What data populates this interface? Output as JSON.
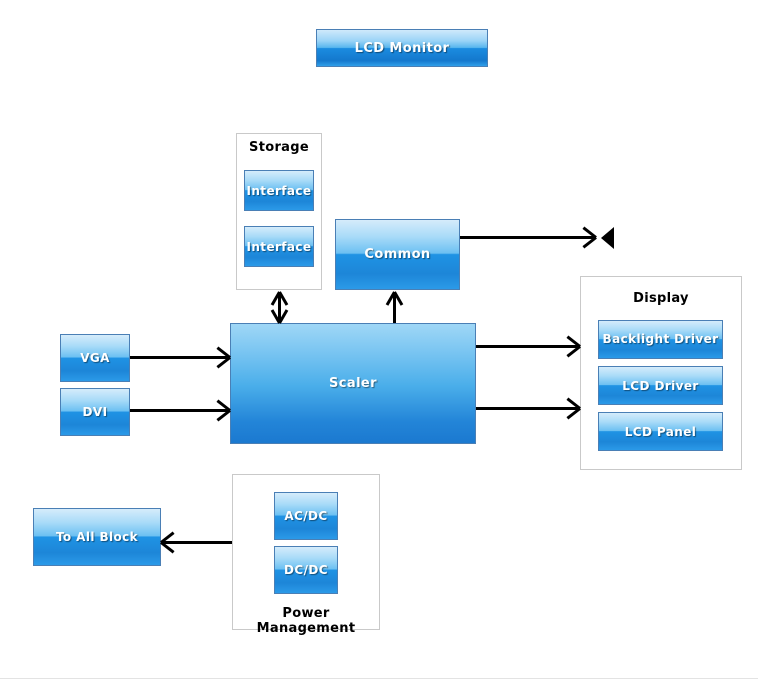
{
  "diagram": {
    "title": "LCD Monitor",
    "header_block": {
      "label": "LCD Monitor"
    },
    "groups": {
      "storage": {
        "title": "Storage",
        "blocks": [
          {
            "label": "Interface"
          },
          {
            "label": "Interface"
          }
        ]
      },
      "display": {
        "title": "Display",
        "blocks": [
          {
            "label": "Backlight Driver"
          },
          {
            "label": "LCD Driver"
          },
          {
            "label": "LCD Panel"
          }
        ]
      },
      "power": {
        "title": "Power Management",
        "blocks": [
          {
            "label": "AC/DC"
          },
          {
            "label": "DC/DC"
          }
        ]
      }
    },
    "blocks": {
      "vga": {
        "label": "VGA"
      },
      "dvi": {
        "label": "DVI"
      },
      "scaler": {
        "label": "Scaler"
      },
      "common": {
        "label": "Common"
      },
      "to_all_block": {
        "label": "To All Block"
      }
    },
    "icons": {
      "audio_out": "speaker-icon"
    },
    "colors": {
      "block_fill_light": "#d5ecfb",
      "block_fill_dark": "#1b79d0",
      "block_border": "#4a7fb5",
      "group_border": "#c9c9c9",
      "connector": "#000000",
      "background": "#ffffff",
      "text": "#ffffff",
      "group_title_text": "#000000"
    }
  }
}
